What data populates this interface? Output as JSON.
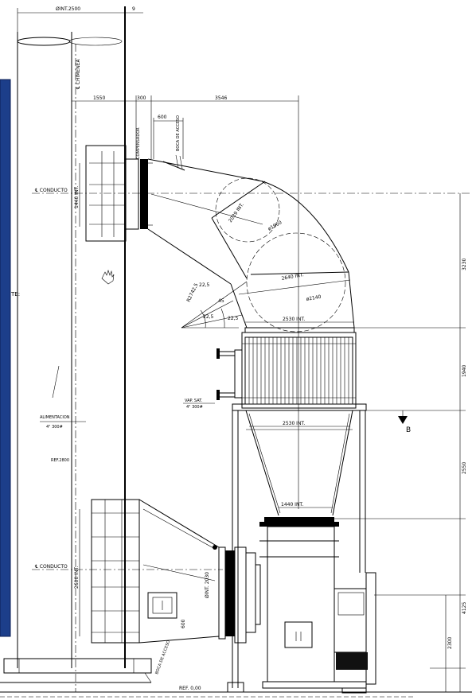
{
  "colors": {
    "line": "#000000",
    "panel_blue": "#1c3e8a",
    "panel_edge": "#0b1f55",
    "background": "#ffffff"
  },
  "dimensions": {
    "top_width": "ØINT.2500",
    "top_gap": "9",
    "width_1550": "1550",
    "width_300": "300",
    "width_3546": "3546",
    "width_600": "600",
    "height_1440": "1440 INT.",
    "height_2039": "2039 INT.",
    "dia_1960": "ø1960",
    "dia_2640": "2640 INT.",
    "dia_2140": "ø2140",
    "radius": "R2742,5",
    "angle_1": "22,5",
    "angle_2": "45",
    "angle_3": "22,5",
    "angle_4": "22,5",
    "width_2530_top": "2530 INT.",
    "width_2530_bottom": "2530 INT.",
    "width_1440_bottom": "1440 INT.",
    "height_2600": "2600 INT.",
    "height_2030": "ØINT. 2030",
    "dim_600_low": "600",
    "right_3230": "3230",
    "right_1940": "1940",
    "right_2550": "2550",
    "right_4125": "4125",
    "right_2300": "2300",
    "ref_000": "REF. 0,00"
  },
  "labels": {
    "chimney_cl": "℄ CHIMENEA",
    "expansion": "COMPENSADOR",
    "inspection_top": "BOCA DE ACCESO",
    "duct_cl_top": "℄ CONDUCTO",
    "duct_cl_bottom": "℄ CONDUCTO",
    "supply": "ALIMENTACION",
    "supply_size": "4\" 300#",
    "vapor_out": "VAP. SAT.",
    "vapor_size": "4\" 300#",
    "ref_2800": "REF.2800",
    "inspection_bottom": "BOCA DE ACCESO",
    "section_b": "B",
    "side_te": "TE:"
  }
}
